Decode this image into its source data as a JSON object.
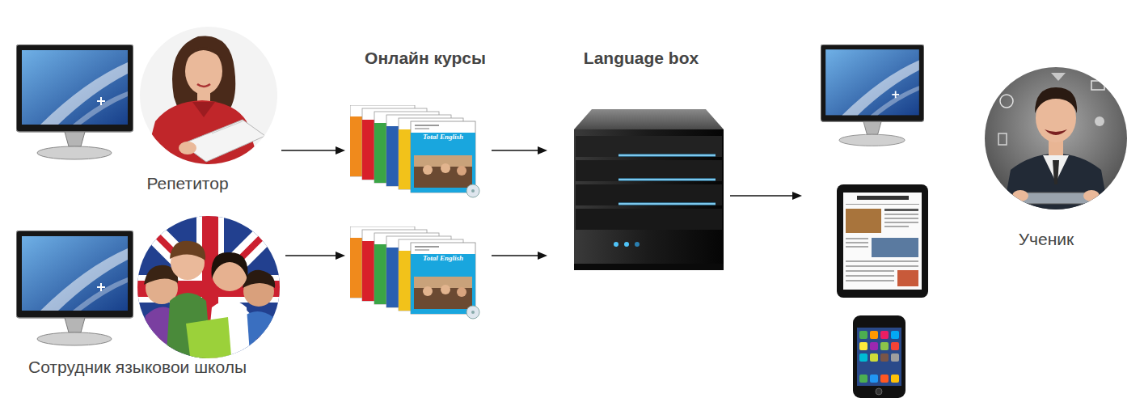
{
  "diagram": {
    "nodes": [
      {
        "text": [
          "Репетитор"
        ]
      },
      {
        "text": [
          "Сотрудник языковои школы"
        ]
      },
      {
        "text": [
          "Онлайн курсы",
          "Total English"
        ]
      },
      {
        "text": [
          "Total English"
        ]
      },
      {
        "text": [
          "Language box"
        ]
      },
      {
        "text": [
          "Ученик"
        ]
      }
    ],
    "edges": [
      {
        "from": 0,
        "to": 2,
        "arrow": "to"
      },
      {
        "from": 1,
        "to": 3,
        "arrow": "to"
      },
      {
        "from": 2,
        "to": 4,
        "arrow": "to"
      },
      {
        "from": 3,
        "to": 4,
        "arrow": "to"
      },
      {
        "from": 4,
        "to": 5,
        "arrow": "to"
      }
    ]
  }
}
